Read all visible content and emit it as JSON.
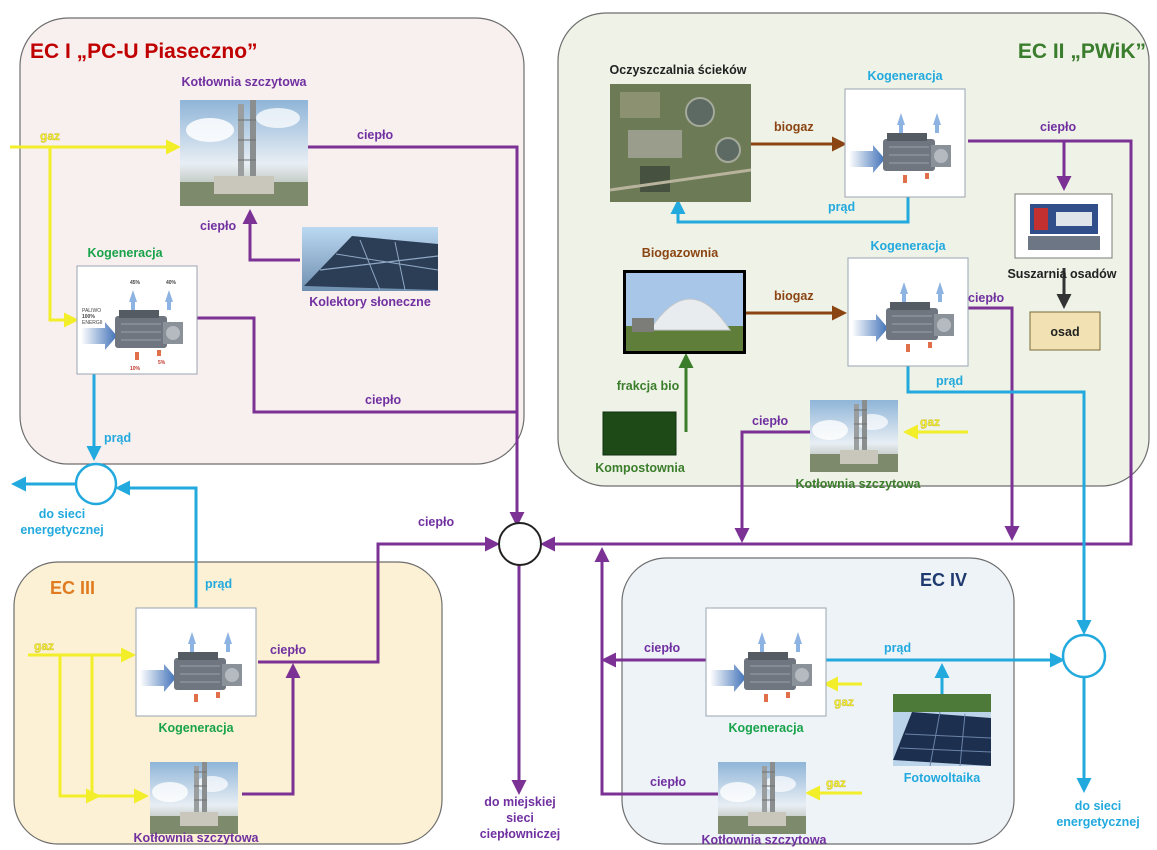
{
  "regions": {
    "ec1": {
      "title": "EC I „PC-U Piaseczno”",
      "title_color": "#c00000"
    },
    "ec2": {
      "title": "EC II „PWiK”",
      "title_color": "#3a7d2c"
    },
    "ec3": {
      "title": "EC III",
      "title_color": "#e07b21"
    },
    "ec4": {
      "title": "EC IV",
      "title_color": "#1f3a6e"
    }
  },
  "labels": {
    "gaz": "gaz",
    "cieplo": "ciepło",
    "prad": "prąd",
    "biogaz": "biogaz",
    "kogeneracja": "Kogeneracja",
    "kotlownia": "Kotłownia szczytowa",
    "kolektory": "Kolektory słoneczne",
    "oczyszczalnia": "Oczyszczalnia ścieków",
    "biogazownia": "Biogazownia",
    "suszarnia": "Suszarnia osadów",
    "osad": "osad",
    "frakcja": "frakcja  bio",
    "kompostownia": "Kompostownia",
    "fotowoltaika": "Fotowoltaika",
    "do_sieci_1": "do sieci",
    "do_sieci_2": "energetycznej",
    "miejskiej_1": "do miejskiej",
    "miejskiej_2": "sieci",
    "miejskiej_3": "ciepłowniczej"
  },
  "engine_card": {
    "wejscie": "PALIWO",
    "wejscie_pct": "100%",
    "energia": "ENERGII",
    "heat_pct": "45%",
    "elec_pct": "40%",
    "loss_pct": "10%",
    "loss2_pct": "5%"
  },
  "colors": {
    "gas": "#f2ee29",
    "heat": "#7b3294",
    "power": "#22a9de",
    "biogas": "#8b4513",
    "bio": "#3c7d2c",
    "sludge": "#333333",
    "label_green": "#18a34a",
    "label_purple": "#7030a0",
    "label_blue": "#22a9de",
    "label_brown": "#8b4513"
  }
}
